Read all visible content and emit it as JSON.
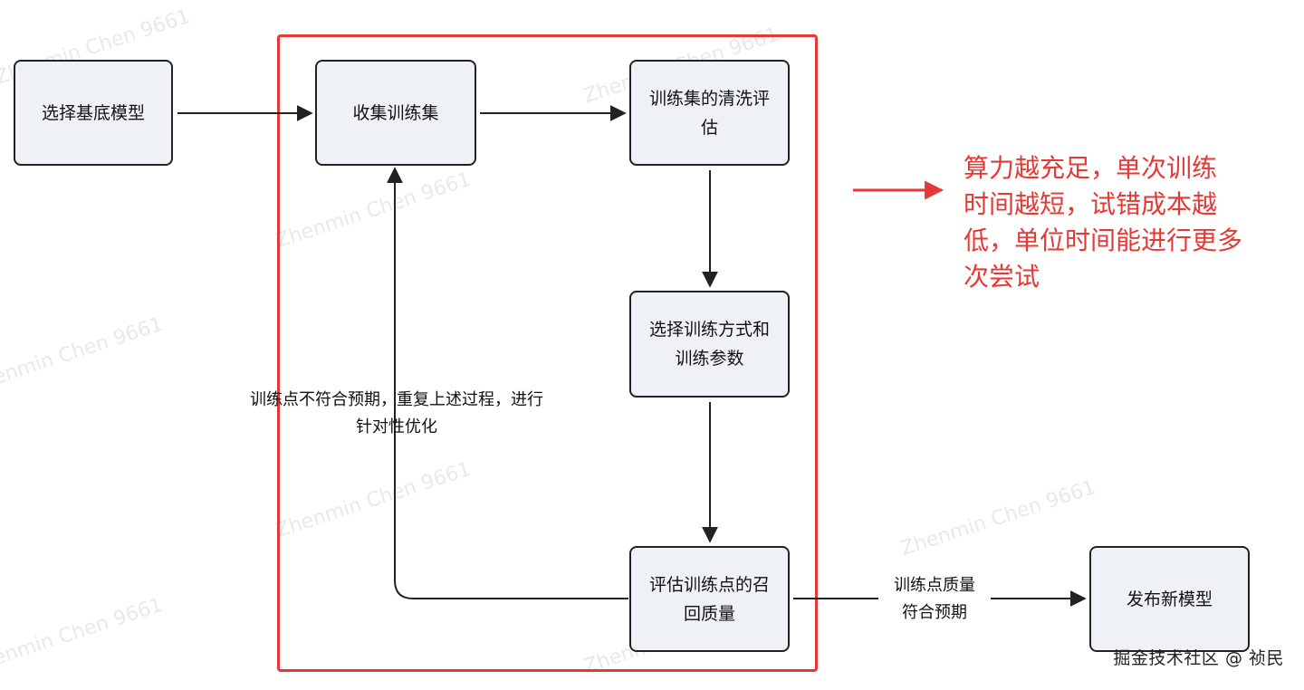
{
  "nodes": {
    "select_base_model": "选择基底模型",
    "collect_training_set": "收集训练集",
    "clean_eval_line1": "训练集的清洗评",
    "clean_eval_line2": "估",
    "select_method_line1": "选择训练方式和",
    "select_method_line2": "训练参数",
    "evaluate_line1": "评估训练点的召",
    "evaluate_line2": "回质量",
    "publish_model": "发布新模型"
  },
  "edge_labels": {
    "loop_line1": "训练点不符合预期，重复上述过程，进行",
    "loop_line2": "针对性优化",
    "publish_line1": "训练点质量",
    "publish_line2": "符合预期"
  },
  "note": {
    "line1": "算力越充足，单次训练",
    "line2": "时间越短，试错成本越",
    "line3": "低，单位时间能进行更多",
    "line4": "次尝试"
  },
  "footer": "掘金技术社区 @ 祯民",
  "watermark": "Zhenmin Chen 9661",
  "colors": {
    "accent": "#e53935",
    "node_fill": "#eef1f6",
    "stroke": "#222222"
  }
}
